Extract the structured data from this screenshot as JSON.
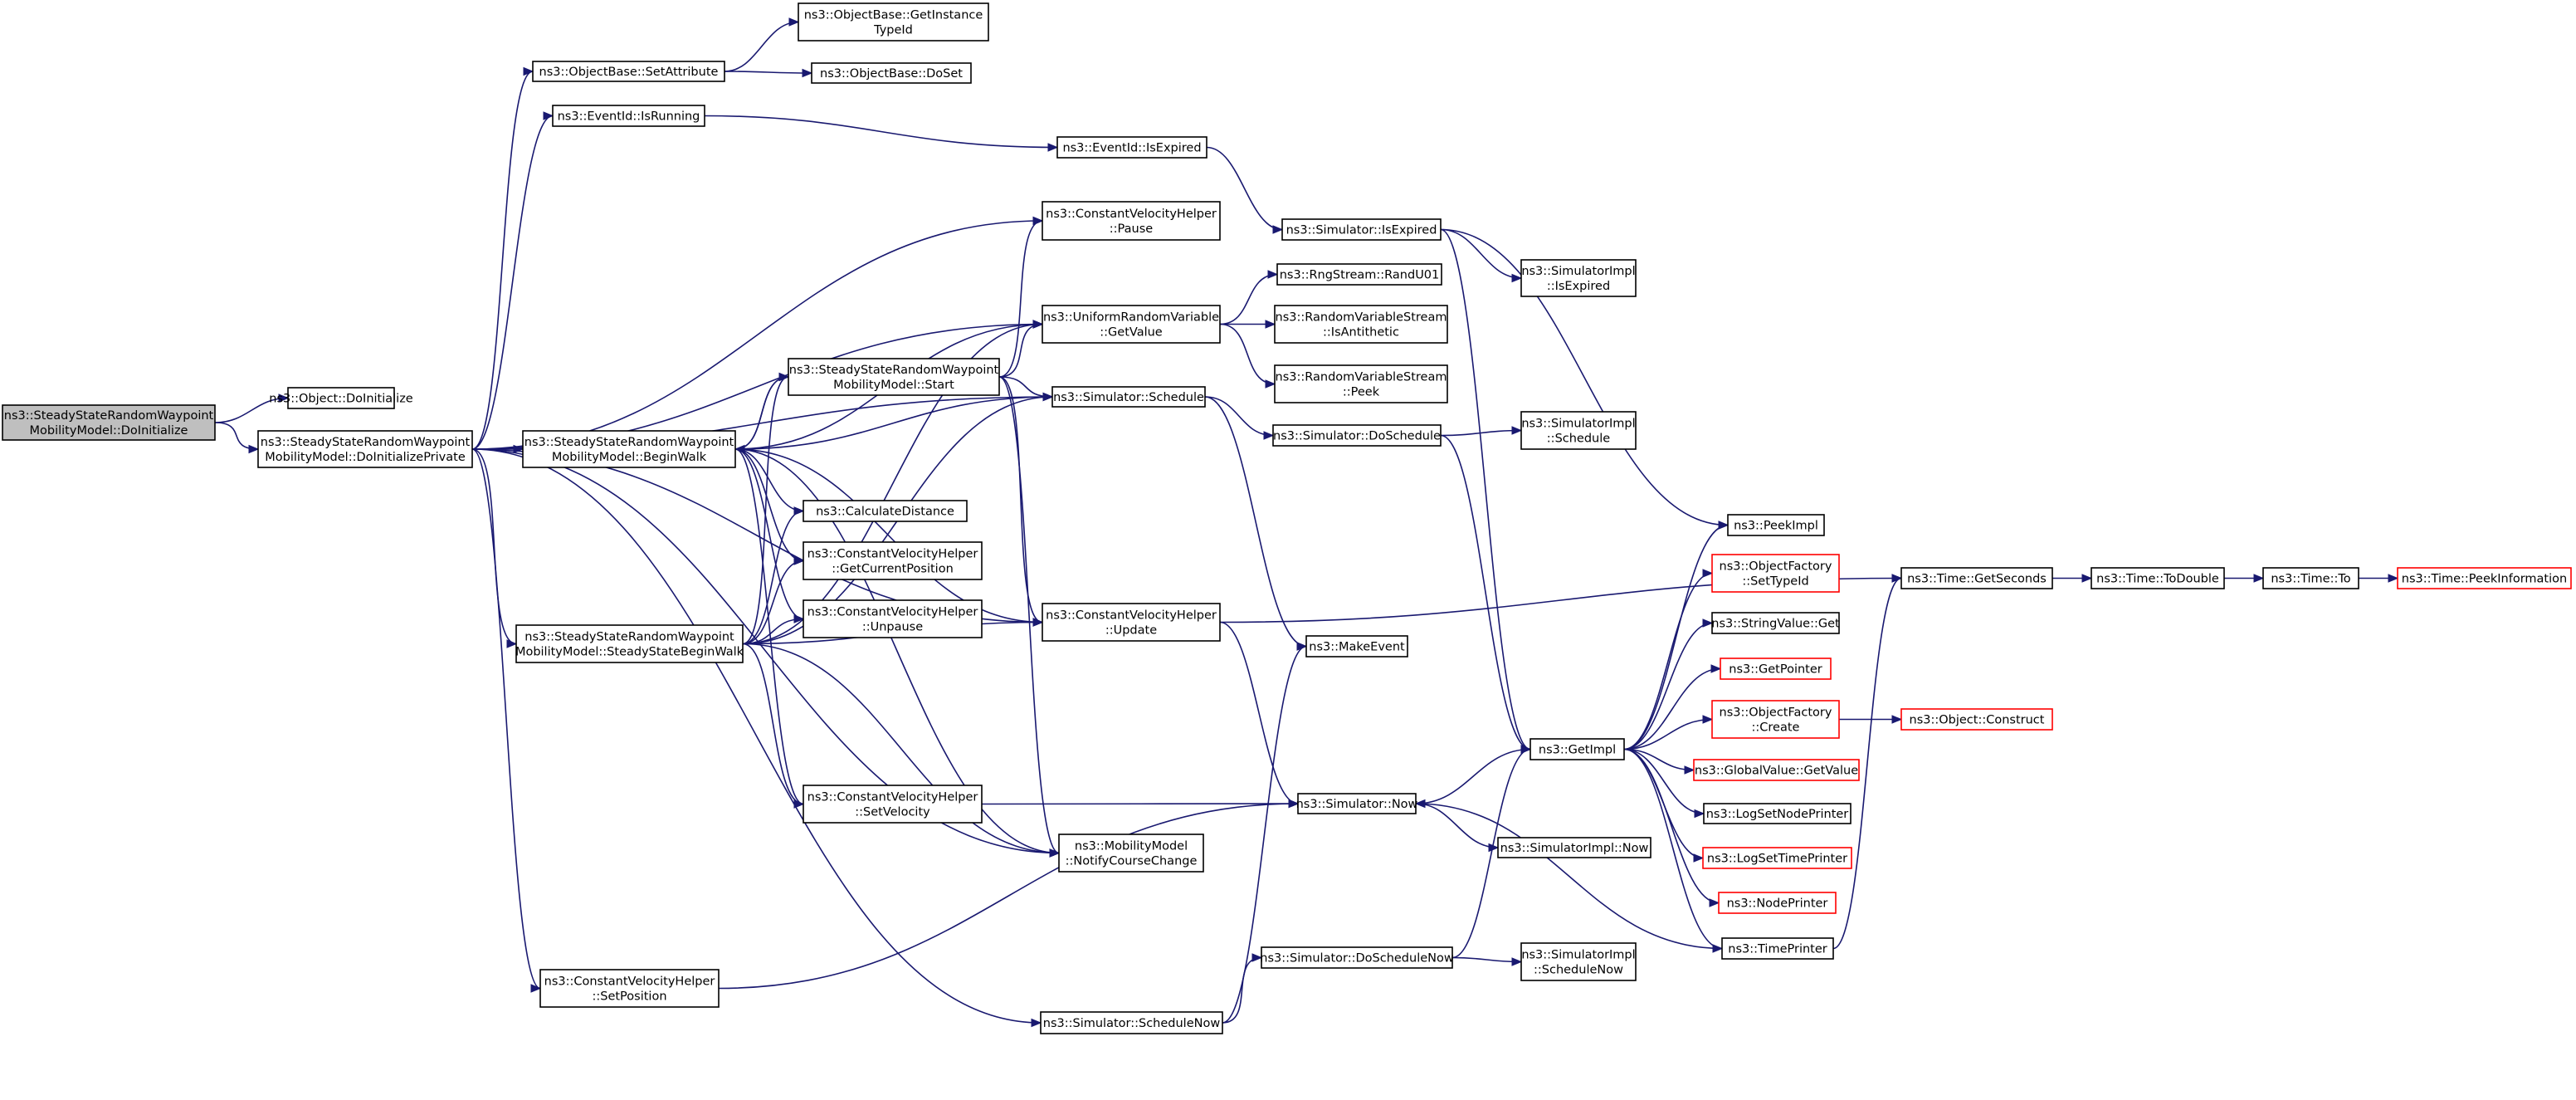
{
  "diagram": {
    "type": "call-graph",
    "colors": {
      "edge": "#191970",
      "border": "#000000",
      "truncated_border": "#ff0000",
      "root_fill": "#bfbfbf",
      "background": "#ffffff"
    },
    "nodes": [
      {
        "id": "root",
        "lines": [
          "ns3::SteadyStateRandomWaypoint",
          "MobilityModel::DoInitialize"
        ],
        "kind": "root"
      },
      {
        "id": "objdoinit",
        "lines": [
          "ns3::Object::DoInitialize"
        ]
      },
      {
        "id": "doinitpriv",
        "lines": [
          "ns3::SteadyStateRandomWaypoint",
          "MobilityModel::DoInitializePrivate"
        ]
      },
      {
        "id": "setattr",
        "lines": [
          "ns3::ObjectBase::SetAttribute"
        ]
      },
      {
        "id": "gettypeid",
        "lines": [
          "ns3::ObjectBase::GetInstance",
          "TypeId"
        ]
      },
      {
        "id": "doset",
        "lines": [
          "ns3::ObjectBase::DoSet"
        ]
      },
      {
        "id": "isrunning",
        "lines": [
          "ns3::EventId::IsRunning"
        ]
      },
      {
        "id": "isexpired",
        "lines": [
          "ns3::EventId::IsExpired"
        ]
      },
      {
        "id": "simisexp",
        "lines": [
          "ns3::Simulator::IsExpired"
        ]
      },
      {
        "id": "implisexp",
        "lines": [
          "ns3::SimulatorImpl",
          "::IsExpired"
        ]
      },
      {
        "id": "pause",
        "lines": [
          "ns3::ConstantVelocityHelper",
          "::Pause"
        ]
      },
      {
        "id": "randu01",
        "lines": [
          "ns3::RngStream::RandU01"
        ]
      },
      {
        "id": "urvget",
        "lines": [
          "ns3::UniformRandomVariable",
          "::GetValue"
        ]
      },
      {
        "id": "isanti",
        "lines": [
          "ns3::RandomVariableStream",
          "::IsAntithetic"
        ]
      },
      {
        "id": "start",
        "lines": [
          "ns3::SteadyStateRandomWaypoint",
          "MobilityModel::Start"
        ]
      },
      {
        "id": "peek",
        "lines": [
          "ns3::RandomVariableStream",
          "::Peek"
        ]
      },
      {
        "id": "schedule",
        "lines": [
          "ns3::Simulator::Schedule"
        ]
      },
      {
        "id": "beginwalk",
        "lines": [
          "ns3::SteadyStateRandomWaypoint",
          "MobilityModel::BeginWalk"
        ]
      },
      {
        "id": "doschedule",
        "lines": [
          "ns3::Simulator::DoSchedule"
        ]
      },
      {
        "id": "implsched",
        "lines": [
          "ns3::SimulatorImpl",
          "::Schedule"
        ]
      },
      {
        "id": "calcdist",
        "lines": [
          "ns3::CalculateDistance"
        ]
      },
      {
        "id": "peekimpl",
        "lines": [
          "ns3::PeekImpl"
        ]
      },
      {
        "id": "getpos",
        "lines": [
          "ns3::ConstantVelocityHelper",
          "::GetCurrentPosition"
        ]
      },
      {
        "id": "settypeid",
        "lines": [
          "ns3::ObjectFactory",
          "::SetTypeId"
        ],
        "kind": "trunc"
      },
      {
        "id": "getseconds",
        "lines": [
          "ns3::Time::GetSeconds"
        ]
      },
      {
        "id": "todouble",
        "lines": [
          "ns3::Time::ToDouble"
        ]
      },
      {
        "id": "timeto",
        "lines": [
          "ns3::Time::To"
        ]
      },
      {
        "id": "peekinfo",
        "lines": [
          "ns3::Time::PeekInformation"
        ],
        "kind": "trunc"
      },
      {
        "id": "unpause",
        "lines": [
          "ns3::ConstantVelocityHelper",
          "::Unpause"
        ]
      },
      {
        "id": "update",
        "lines": [
          "ns3::ConstantVelocityHelper",
          "::Update"
        ]
      },
      {
        "id": "strget",
        "lines": [
          "ns3::StringValue::Get"
        ]
      },
      {
        "id": "ssbegin",
        "lines": [
          "ns3::SteadyStateRandomWaypoint",
          "MobilityModel::SteadyStateBeginWalk"
        ]
      },
      {
        "id": "makeevent",
        "lines": [
          "ns3::MakeEvent"
        ]
      },
      {
        "id": "getpointer",
        "lines": [
          "ns3::GetPointer"
        ],
        "kind": "trunc"
      },
      {
        "id": "create",
        "lines": [
          "ns3::ObjectFactory",
          "::Create"
        ],
        "kind": "trunc"
      },
      {
        "id": "construct",
        "lines": [
          "ns3::Object::Construct"
        ],
        "kind": "trunc"
      },
      {
        "id": "getimpl",
        "lines": [
          "ns3::GetImpl"
        ]
      },
      {
        "id": "globalget",
        "lines": [
          "ns3::GlobalValue::GetValue"
        ],
        "kind": "trunc"
      },
      {
        "id": "setvel",
        "lines": [
          "ns3::ConstantVelocityHelper",
          "::SetVelocity"
        ]
      },
      {
        "id": "simnow",
        "lines": [
          "ns3::Simulator::Now"
        ]
      },
      {
        "id": "lognode",
        "lines": [
          "ns3::LogSetNodePrinter"
        ]
      },
      {
        "id": "notify",
        "lines": [
          "ns3::MobilityModel",
          "::NotifyCourseChange"
        ]
      },
      {
        "id": "implnow",
        "lines": [
          "ns3::SimulatorImpl::Now"
        ]
      },
      {
        "id": "logtime",
        "lines": [
          "ns3::LogSetTimePrinter"
        ],
        "kind": "trunc"
      },
      {
        "id": "nodeprinter",
        "lines": [
          "ns3::NodePrinter"
        ],
        "kind": "trunc"
      },
      {
        "id": "timeprinter",
        "lines": [
          "ns3::TimePrinter"
        ]
      },
      {
        "id": "doschednow",
        "lines": [
          "ns3::Simulator::DoScheduleNow"
        ]
      },
      {
        "id": "implschednow",
        "lines": [
          "ns3::SimulatorImpl",
          "::ScheduleNow"
        ]
      },
      {
        "id": "setposition",
        "lines": [
          "ns3::ConstantVelocityHelper",
          "::SetPosition"
        ]
      },
      {
        "id": "schednow",
        "lines": [
          "ns3::Simulator::ScheduleNow"
        ]
      }
    ],
    "edges": [
      [
        "root",
        "objdoinit"
      ],
      [
        "root",
        "doinitpriv"
      ],
      [
        "doinitpriv",
        "setattr"
      ],
      [
        "doinitpriv",
        "isrunning"
      ],
      [
        "doinitpriv",
        "pause"
      ],
      [
        "doinitpriv",
        "urvget"
      ],
      [
        "doinitpriv",
        "schedule"
      ],
      [
        "doinitpriv",
        "beginwalk"
      ],
      [
        "doinitpriv",
        "ssbegin"
      ],
      [
        "doinitpriv",
        "notify"
      ],
      [
        "doinitpriv",
        "setposition"
      ],
      [
        "doinitpriv",
        "schednow"
      ],
      [
        "doinitpriv",
        "update"
      ],
      [
        "setattr",
        "gettypeid"
      ],
      [
        "setattr",
        "doset"
      ],
      [
        "isrunning",
        "isexpired"
      ],
      [
        "isexpired",
        "simisexp"
      ],
      [
        "simisexp",
        "implisexp"
      ],
      [
        "simisexp",
        "peekimpl"
      ],
      [
        "simisexp",
        "getimpl"
      ],
      [
        "urvget",
        "randu01"
      ],
      [
        "urvget",
        "isanti"
      ],
      [
        "urvget",
        "peek"
      ],
      [
        "start",
        "pause"
      ],
      [
        "start",
        "urvget"
      ],
      [
        "start",
        "schedule"
      ],
      [
        "start",
        "beginwalk"
      ],
      [
        "start",
        "update"
      ],
      [
        "start",
        "notify"
      ],
      [
        "beginwalk",
        "urvget"
      ],
      [
        "beginwalk",
        "schedule"
      ],
      [
        "beginwalk",
        "start"
      ],
      [
        "beginwalk",
        "calcdist"
      ],
      [
        "beginwalk",
        "getpos"
      ],
      [
        "beginwalk",
        "unpause"
      ],
      [
        "beginwalk",
        "setvel"
      ],
      [
        "beginwalk",
        "update"
      ],
      [
        "beginwalk",
        "notify"
      ],
      [
        "ssbegin",
        "start"
      ],
      [
        "ssbegin",
        "urvget"
      ],
      [
        "ssbegin",
        "schedule"
      ],
      [
        "ssbegin",
        "calcdist"
      ],
      [
        "ssbegin",
        "getpos"
      ],
      [
        "ssbegin",
        "unpause"
      ],
      [
        "ssbegin",
        "setvel"
      ],
      [
        "ssbegin",
        "update"
      ],
      [
        "ssbegin",
        "notify"
      ],
      [
        "schedule",
        "doschedule"
      ],
      [
        "schedule",
        "makeevent"
      ],
      [
        "doschedule",
        "implsched"
      ],
      [
        "doschedule",
        "getimpl"
      ],
      [
        "update",
        "getseconds"
      ],
      [
        "update",
        "simnow"
      ],
      [
        "setvel",
        "simnow"
      ],
      [
        "setposition",
        "simnow"
      ],
      [
        "simnow",
        "getimpl"
      ],
      [
        "simnow",
        "implnow"
      ],
      [
        "getimpl",
        "peekimpl"
      ],
      [
        "getimpl",
        "settypeid"
      ],
      [
        "getimpl",
        "strget"
      ],
      [
        "getimpl",
        "getpointer"
      ],
      [
        "getimpl",
        "create"
      ],
      [
        "getimpl",
        "globalget"
      ],
      [
        "getimpl",
        "lognode"
      ],
      [
        "getimpl",
        "logtime"
      ],
      [
        "getimpl",
        "nodeprinter"
      ],
      [
        "getimpl",
        "timeprinter"
      ],
      [
        "create",
        "construct"
      ],
      [
        "timeprinter",
        "simnow"
      ],
      [
        "timeprinter",
        "getseconds"
      ],
      [
        "getseconds",
        "todouble"
      ],
      [
        "todouble",
        "timeto"
      ],
      [
        "timeto",
        "peekinfo"
      ],
      [
        "schednow",
        "makeevent"
      ],
      [
        "schednow",
        "doschednow"
      ],
      [
        "doschednow",
        "implschednow"
      ],
      [
        "doschednow",
        "getimpl"
      ]
    ]
  }
}
